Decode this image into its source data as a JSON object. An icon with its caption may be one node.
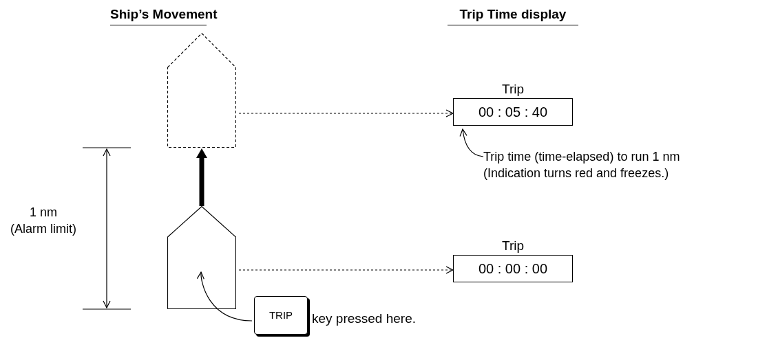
{
  "diagram": {
    "nodes": [
      {
        "text": [],
        "shape": "pentagon"
      },
      {
        "text": [],
        "shape": "pentagon"
      },
      {
        "text": [
          "Trip",
          "00 : 05 : 40"
        ]
      },
      {
        "text": [
          "Trip",
          "00 : 00 : 00"
        ]
      },
      {
        "text": [
          "Trip time (time-elapsed) to run 1 nm",
          "(Indication turns red and freezes.)"
        ]
      },
      {
        "text": [
          "TRIP"
        ],
        "beside": [
          "key pressed here."
        ]
      }
    ],
    "edges": [
      {
        "from": 0,
        "to": 2,
        "arrow": "to",
        "style": "dashed"
      },
      {
        "from": 1,
        "to": 3,
        "arrow": "to",
        "style": "dashed"
      },
      {
        "from": 1,
        "to": 0,
        "arrow": "to",
        "style": "thick"
      },
      {
        "from": 4,
        "to": 2,
        "arrow": "to"
      },
      {
        "from": 5,
        "to": 1,
        "arrow": "to"
      }
    ],
    "labels": [
      "Ship’s Movement",
      "Trip Time display",
      "1 nm",
      "(Alarm limit)"
    ]
  }
}
